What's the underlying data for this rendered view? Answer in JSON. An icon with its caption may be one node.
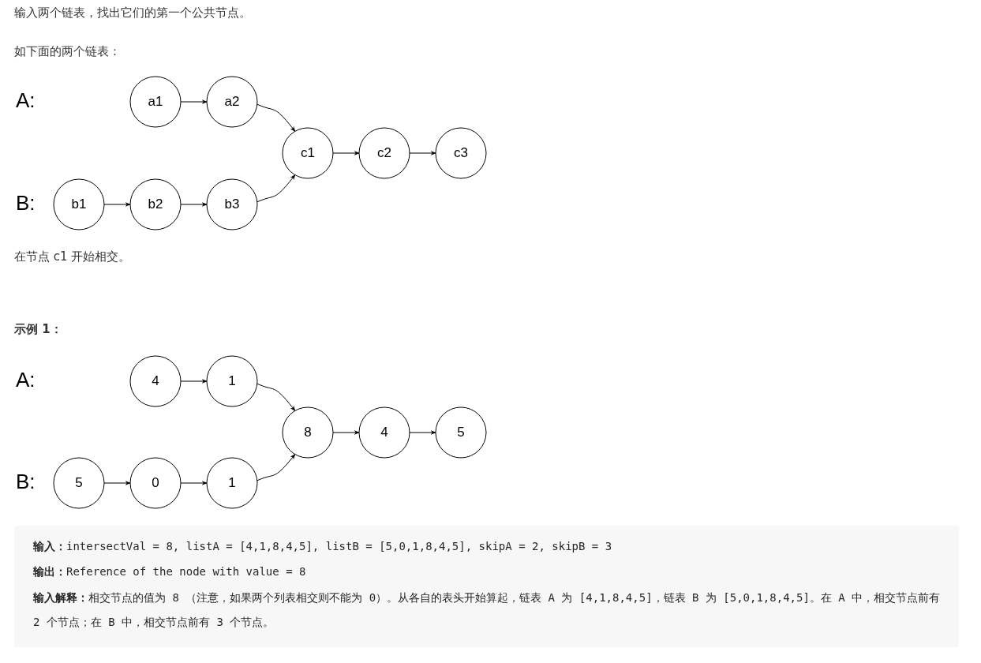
{
  "diagram": {
    "nodes": [
      {
        "text": [
          "a1"
        ]
      },
      {
        "text": [
          "a2"
        ]
      },
      {
        "text": [
          "c1"
        ]
      },
      {
        "text": [
          "c2"
        ]
      },
      {
        "text": [
          "c3"
        ]
      },
      {
        "text": [
          "b1"
        ]
      },
      {
        "text": [
          "b2"
        ]
      },
      {
        "text": [
          "b3"
        ]
      },
      {
        "text": [
          "4"
        ]
      },
      {
        "text": [
          "1"
        ]
      },
      {
        "text": [
          "8"
        ]
      },
      {
        "text": [
          "4"
        ]
      },
      {
        "text": [
          "5"
        ]
      },
      {
        "text": [
          "5"
        ]
      },
      {
        "text": [
          "0"
        ]
      },
      {
        "text": [
          "1"
        ]
      }
    ],
    "edges": [
      {
        "from": 0,
        "to": 1,
        "arrow": "to"
      },
      {
        "from": 1,
        "to": 2,
        "arrow": "to"
      },
      {
        "from": 2,
        "to": 3,
        "arrow": "to"
      },
      {
        "from": 3,
        "to": 4,
        "arrow": "to"
      },
      {
        "from": 5,
        "to": 6,
        "arrow": "to"
      },
      {
        "from": 6,
        "to": 7,
        "arrow": "to"
      },
      {
        "from": 7,
        "to": 2,
        "arrow": "to"
      },
      {
        "from": 8,
        "to": 9,
        "arrow": "to"
      },
      {
        "from": 9,
        "to": 10,
        "arrow": "to"
      },
      {
        "from": 10,
        "to": 11,
        "arrow": "to"
      },
      {
        "from": 11,
        "to": 12,
        "arrow": "to"
      },
      {
        "from": 13,
        "to": 14,
        "arrow": "to"
      },
      {
        "from": 14,
        "to": 15,
        "arrow": "to"
      },
      {
        "from": 15,
        "to": 10,
        "arrow": "to"
      }
    ],
    "labels": [
      "输入两个链表，找出它们的第一个公共节点。",
      "如下面的两个链表：",
      "A:",
      "B:",
      "在节点 c1 开始相交。",
      "示例 1：",
      "A:",
      "B:",
      "**输入：**intersectVal = 8, listA = [4,1,8,4,5], listB = [5,0,1,8,4,5], skipA = 2, skipB = 3",
      "**输出：**Reference of the node with value = 8",
      "**输入解释：**相交节点的值为 8 （注意，如果两个列表相交则不能为 0）。从各自的表头开始算起，链表 A 为 [4,1,8,4,5]，链表 B 为 [5,0,1,8,4,5]。在 A 中，相交节点前有 2 个节点；在 B 中，相交节点前有 3 个节点。"
    ]
  }
}
